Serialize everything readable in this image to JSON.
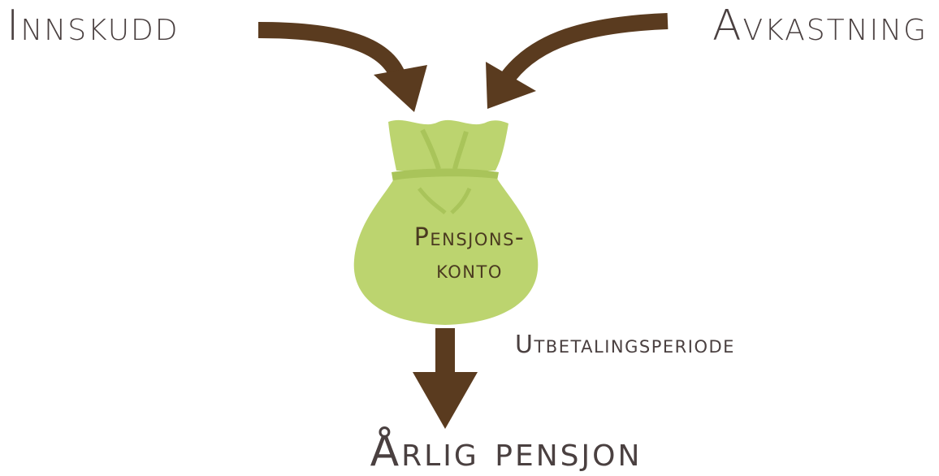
{
  "diagram": {
    "input_left": "Innskudd",
    "input_right": "Avkastning",
    "account_line_1": "Pensjons-",
    "account_line_2": "konto",
    "payout_label": "Utbetalingsperiode",
    "output": "Årlig pensjon"
  },
  "colors": {
    "arrow": "#5a3b1f",
    "bag_fill": "#bcd46f",
    "bag_shade": "#a9c45a",
    "text": "#4a4040"
  },
  "icons": {
    "bag": "money-bag-icon"
  }
}
